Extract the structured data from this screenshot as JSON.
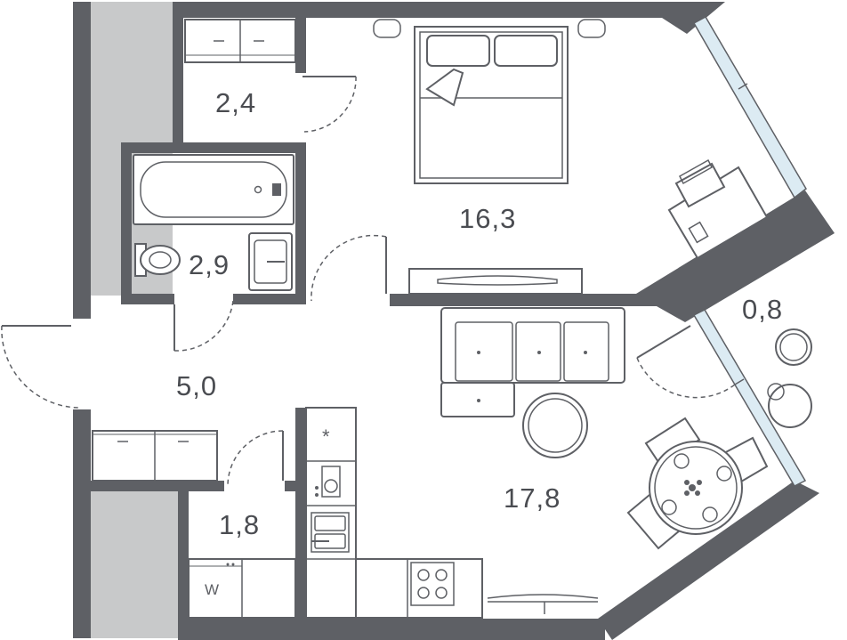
{
  "rooms": {
    "storage": {
      "area": "2,4"
    },
    "bathroom": {
      "area": "2,9"
    },
    "bedroom": {
      "area": "16,3"
    },
    "balcony": {
      "area": "0,8"
    },
    "hallway": {
      "area": "5,0"
    },
    "utility": {
      "area": "1,8"
    },
    "living_kitchen": {
      "area": "17,8"
    }
  },
  "appliances": {
    "washer_label": "W",
    "fridge_symbol": "*"
  },
  "colors": {
    "wall": "#5e6065",
    "shaft": "#c8c9ca",
    "window_glass": "#dcebf3",
    "text": "#4a4c51"
  }
}
